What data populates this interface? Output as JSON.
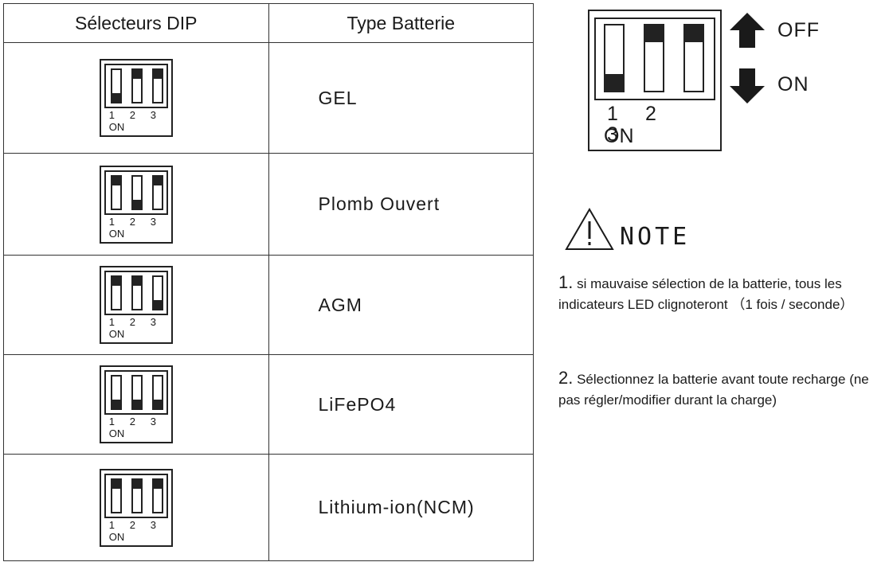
{
  "table": {
    "header_switch": "Sélecteurs DIP",
    "header_type": "Type Batterie",
    "rows": [
      {
        "type": "GEL",
        "switches": [
          "on",
          "off",
          "off"
        ]
      },
      {
        "type": "Plomb Ouvert",
        "switches": [
          "off",
          "on",
          "off"
        ]
      },
      {
        "type": "AGM",
        "switches": [
          "off",
          "off",
          "on"
        ]
      },
      {
        "type": "LiFePO4",
        "switches": [
          "on",
          "on",
          "on"
        ]
      },
      {
        "type": "Lithium-ion(NCM)",
        "switches": [
          "off",
          "off",
          "off"
        ]
      }
    ],
    "switch_numbers": [
      "1",
      "2",
      "3"
    ],
    "switch_on_label": "ON"
  },
  "legend": {
    "switches": [
      "on",
      "off",
      "off"
    ],
    "numbers": [
      "1",
      "2",
      "3"
    ],
    "on_label": "ON",
    "arrow_up_label": "OFF",
    "arrow_down_label": "ON"
  },
  "note": {
    "title": "NOTE",
    "items": [
      {
        "num": "1.",
        "text": " si mauvaise sélection de la batterie, tous les indicateurs LED clignoteront （1 fois / seconde）"
      },
      {
        "num": "2.",
        "text": " Sélectionnez la batterie avant toute recharge (ne pas régler/modifier durant la charge)"
      }
    ]
  },
  "colors": {
    "ink": "#1a1a1a",
    "line": "#333333",
    "background": "#ffffff"
  },
  "icons": {
    "arrow_up": "arrow-up-icon",
    "arrow_down": "arrow-down-icon",
    "warning": "warning-triangle-icon"
  }
}
